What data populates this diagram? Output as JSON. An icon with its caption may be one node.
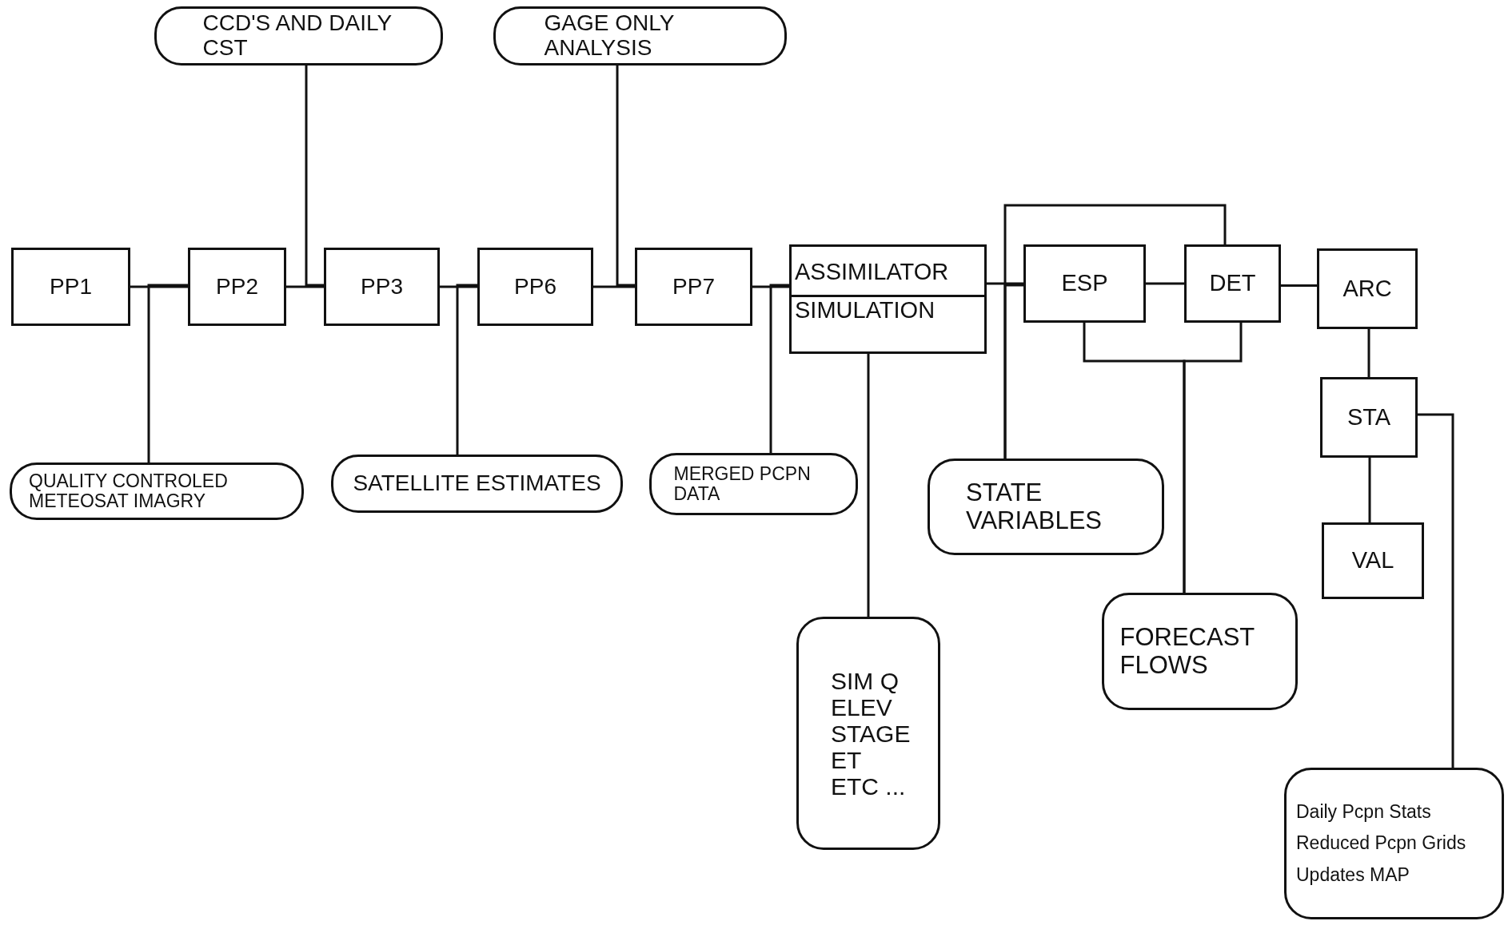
{
  "diagram": {
    "nodes": [
      {
        "text": [
          "CCD'S AND DAILY CST"
        ]
      },
      {
        "text": [
          "GAGE ONLY ANALYSIS"
        ]
      },
      {
        "text": [
          "PP1"
        ]
      },
      {
        "text": [
          "PP2"
        ]
      },
      {
        "text": [
          "PP3"
        ]
      },
      {
        "text": [
          "PP6"
        ]
      },
      {
        "text": [
          "PP7"
        ]
      },
      {
        "text": [
          "ASSIMILATOR",
          "SIMULATION"
        ]
      },
      {
        "text": [
          "ESP"
        ]
      },
      {
        "text": [
          "DET"
        ]
      },
      {
        "text": [
          "ARC"
        ]
      },
      {
        "text": [
          "STA"
        ]
      },
      {
        "text": [
          "QUALITY CONTROLED METEOSAT IMAGRY"
        ]
      },
      {
        "text": [
          "SATELLITE ESTIMATES"
        ]
      },
      {
        "text": [
          "MERGED PCPN DATA"
        ]
      },
      {
        "text": [
          "STATE VARIABLES"
        ]
      },
      {
        "text": [
          "VAL"
        ]
      },
      {
        "text": [
          "FORECAST FLOWS"
        ]
      },
      {
        "text": [
          "SIM Q",
          "ELEV",
          "STAGE",
          "ET",
          "ETC ..."
        ]
      },
      {
        "text": [
          "Daily Pcpn Stats",
          "Reduced Pcpn Grids",
          "Updates MAP"
        ]
      }
    ],
    "edges": [
      {
        "from": 2,
        "to": 3,
        "arrow": "none"
      },
      {
        "from": 3,
        "to": 4,
        "arrow": "none"
      },
      {
        "from": 4,
        "to": 5,
        "arrow": "none"
      },
      {
        "from": 5,
        "to": 6,
        "arrow": "none"
      },
      {
        "from": 6,
        "to": 7,
        "arrow": "none"
      },
      {
        "from": 7,
        "to": 8,
        "arrow": "none"
      },
      {
        "from": 8,
        "to": 9,
        "arrow": "none"
      },
      {
        "from": 9,
        "to": 10,
        "arrow": "none"
      },
      {
        "from": 10,
        "to": 11,
        "arrow": "none"
      },
      {
        "from": 11,
        "to": 16,
        "arrow": "none"
      },
      {
        "from": 0,
        "to": 4,
        "arrow": "none"
      },
      {
        "from": 12,
        "to": 3,
        "arrow": "none"
      },
      {
        "from": 13,
        "to": 5,
        "arrow": "none"
      },
      {
        "from": 1,
        "to": 6,
        "arrow": "none"
      },
      {
        "from": 14,
        "to": 7,
        "arrow": "none"
      },
      {
        "from": 7,
        "to": 18,
        "arrow": "none"
      },
      {
        "from": 15,
        "to": 9,
        "arrow": "none"
      },
      {
        "from": 15,
        "to": 8,
        "arrow": "none"
      },
      {
        "from": 17,
        "to": 8,
        "arrow": "none"
      },
      {
        "from": 17,
        "to": 9,
        "arrow": "none"
      },
      {
        "from": 11,
        "to": 19,
        "arrow": "none"
      }
    ]
  }
}
